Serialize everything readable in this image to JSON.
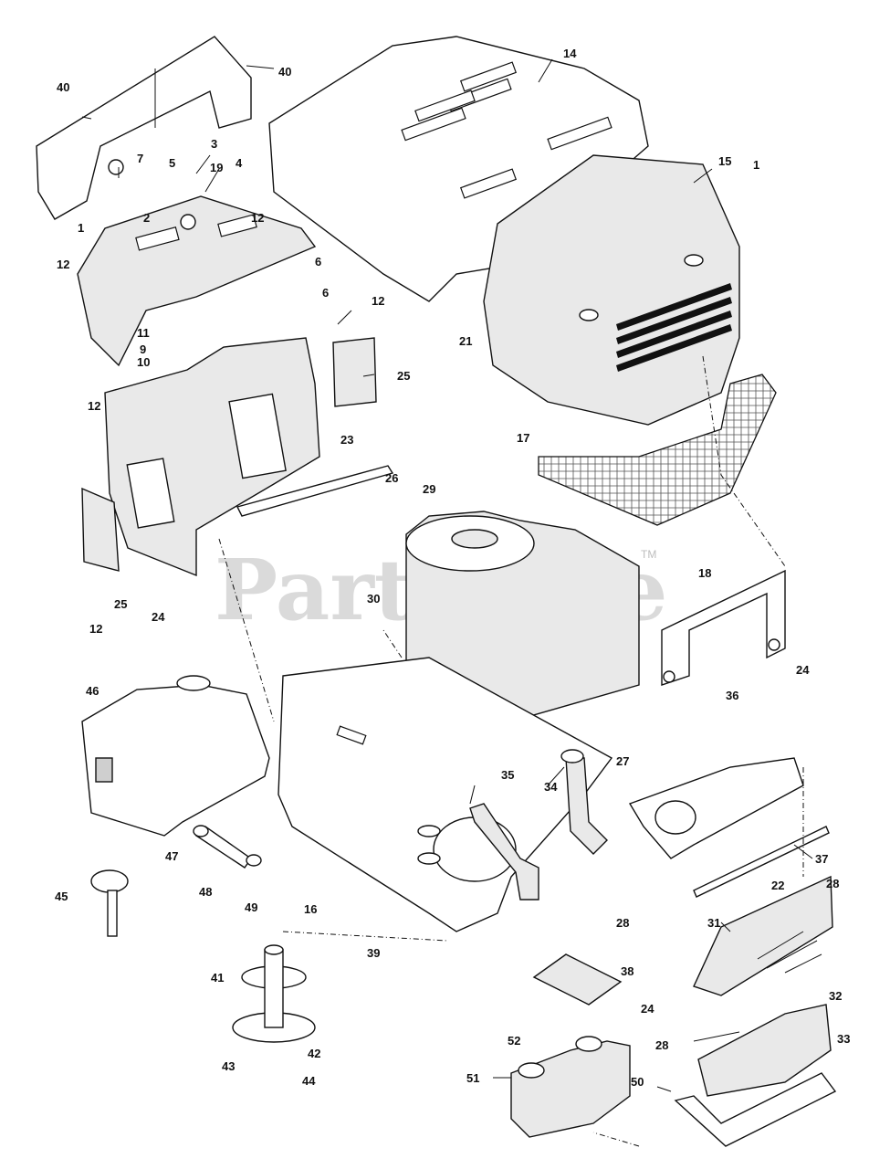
{
  "watermark": {
    "text": "PartsTree",
    "tm": "TM"
  },
  "labels": [
    {
      "id": "40a",
      "text": "40"
    },
    {
      "id": "40b",
      "text": "40"
    },
    {
      "id": "14",
      "text": "14"
    },
    {
      "id": "15",
      "text": "15"
    },
    {
      "id": "7",
      "text": "7"
    },
    {
      "id": "3",
      "text": "3"
    },
    {
      "id": "5",
      "text": "5"
    },
    {
      "id": "19",
      "text": "19"
    },
    {
      "id": "4",
      "text": "4"
    },
    {
      "id": "1a",
      "text": "1"
    },
    {
      "id": "1b",
      "text": "1"
    },
    {
      "id": "2",
      "text": "2"
    },
    {
      "id": "12a",
      "text": "12"
    },
    {
      "id": "12b",
      "text": "12"
    },
    {
      "id": "6a",
      "text": "6"
    },
    {
      "id": "6b",
      "text": "6"
    },
    {
      "id": "12c",
      "text": "12"
    },
    {
      "id": "11",
      "text": "11"
    },
    {
      "id": "9",
      "text": "9"
    },
    {
      "id": "10",
      "text": "10"
    },
    {
      "id": "21",
      "text": "21"
    },
    {
      "id": "25a",
      "text": "25"
    },
    {
      "id": "12d",
      "text": "12"
    },
    {
      "id": "23",
      "text": "23"
    },
    {
      "id": "26",
      "text": "26"
    },
    {
      "id": "17",
      "text": "17"
    },
    {
      "id": "29",
      "text": "29"
    },
    {
      "id": "25b",
      "text": "25"
    },
    {
      "id": "24a",
      "text": "24"
    },
    {
      "id": "12e",
      "text": "12"
    },
    {
      "id": "30",
      "text": "30"
    },
    {
      "id": "18",
      "text": "18"
    },
    {
      "id": "46",
      "text": "46"
    },
    {
      "id": "24b",
      "text": "24"
    },
    {
      "id": "36",
      "text": "36"
    },
    {
      "id": "35",
      "text": "35"
    },
    {
      "id": "34",
      "text": "34"
    },
    {
      "id": "27",
      "text": "27"
    },
    {
      "id": "47",
      "text": "47"
    },
    {
      "id": "48",
      "text": "48"
    },
    {
      "id": "49",
      "text": "49"
    },
    {
      "id": "45",
      "text": "45"
    },
    {
      "id": "37",
      "text": "37"
    },
    {
      "id": "22",
      "text": "22"
    },
    {
      "id": "28a",
      "text": "28"
    },
    {
      "id": "16",
      "text": "16"
    },
    {
      "id": "28b",
      "text": "28"
    },
    {
      "id": "31",
      "text": "31"
    },
    {
      "id": "39",
      "text": "39"
    },
    {
      "id": "41",
      "text": "41"
    },
    {
      "id": "38",
      "text": "38"
    },
    {
      "id": "24c",
      "text": "24"
    },
    {
      "id": "32",
      "text": "32"
    },
    {
      "id": "52",
      "text": "52"
    },
    {
      "id": "28c",
      "text": "28"
    },
    {
      "id": "33",
      "text": "33"
    },
    {
      "id": "42",
      "text": "42"
    },
    {
      "id": "43",
      "text": "43"
    },
    {
      "id": "44",
      "text": "44"
    },
    {
      "id": "51",
      "text": "51"
    },
    {
      "id": "50",
      "text": "50"
    }
  ]
}
